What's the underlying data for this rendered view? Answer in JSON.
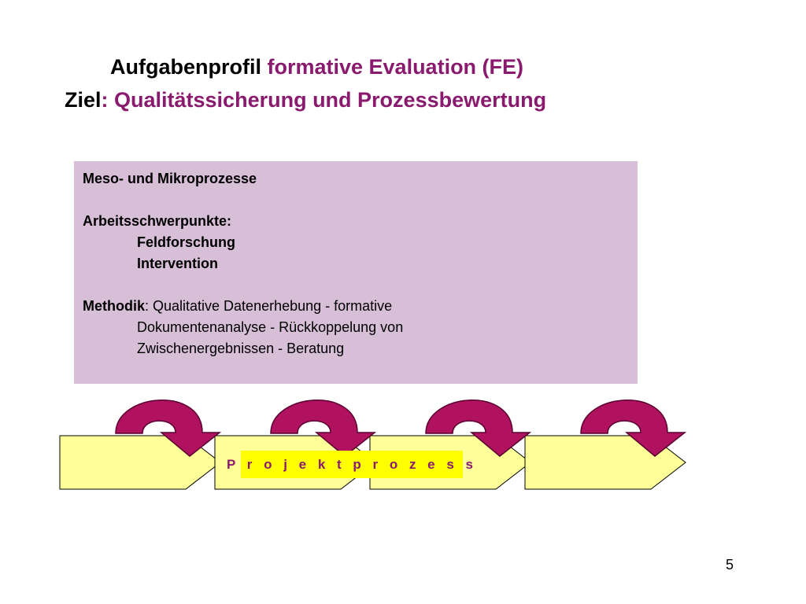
{
  "title": {
    "line1_prefix": "Aufgabenprofil ",
    "line1_accent": "formative Evaluation (FE)",
    "line2_prefix": "Ziel",
    "line2_accent": ": Qualitätssicherung und Prozessbewertung"
  },
  "info_box": {
    "heading": "Meso- und Mikroprozesse",
    "focus_label": "Arbeitsschwerpunkte:",
    "focus_items": [
      "Feldforschung",
      "Intervention"
    ],
    "method_label": "Methodik",
    "method_line1": ": Qualitative Datenerhebung - formative",
    "method_line2": "Dokumentenanalyse - Rückkoppelung von",
    "method_line3": "Zwischenergebnissen - Beratung"
  },
  "process": {
    "label": "P r o j e k t p r o z e s s",
    "stage_count": 4
  },
  "colors": {
    "accent": "#8a1a6e",
    "box_fill": "#d8bfd8",
    "stage_fill": "#ffff99",
    "label_fill": "#ffff00",
    "arrow_fill": "#b0125f"
  },
  "page_number": "5"
}
